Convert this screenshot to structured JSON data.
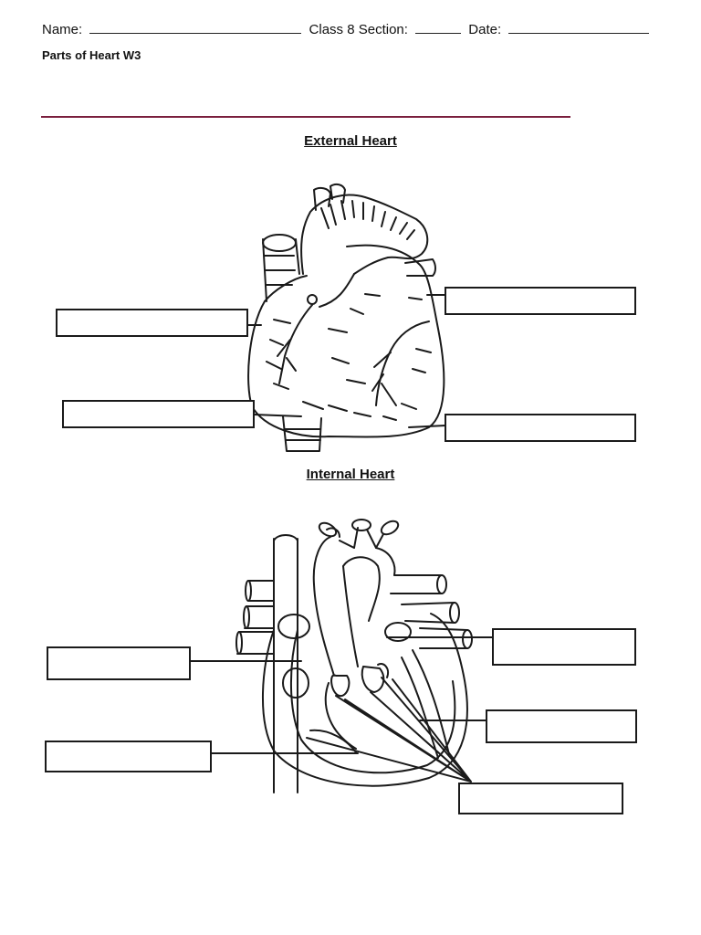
{
  "header": {
    "name_label": "Name:",
    "class_label": "Class 8 Section:",
    "date_label": "Date:"
  },
  "worksheet_title": "Parts of Heart W3",
  "sections": {
    "external_title": "External Heart",
    "internal_title": "Internal Heart"
  },
  "colors": {
    "rule": "#7a1f3d",
    "ink": "#1a1a1a"
  }
}
